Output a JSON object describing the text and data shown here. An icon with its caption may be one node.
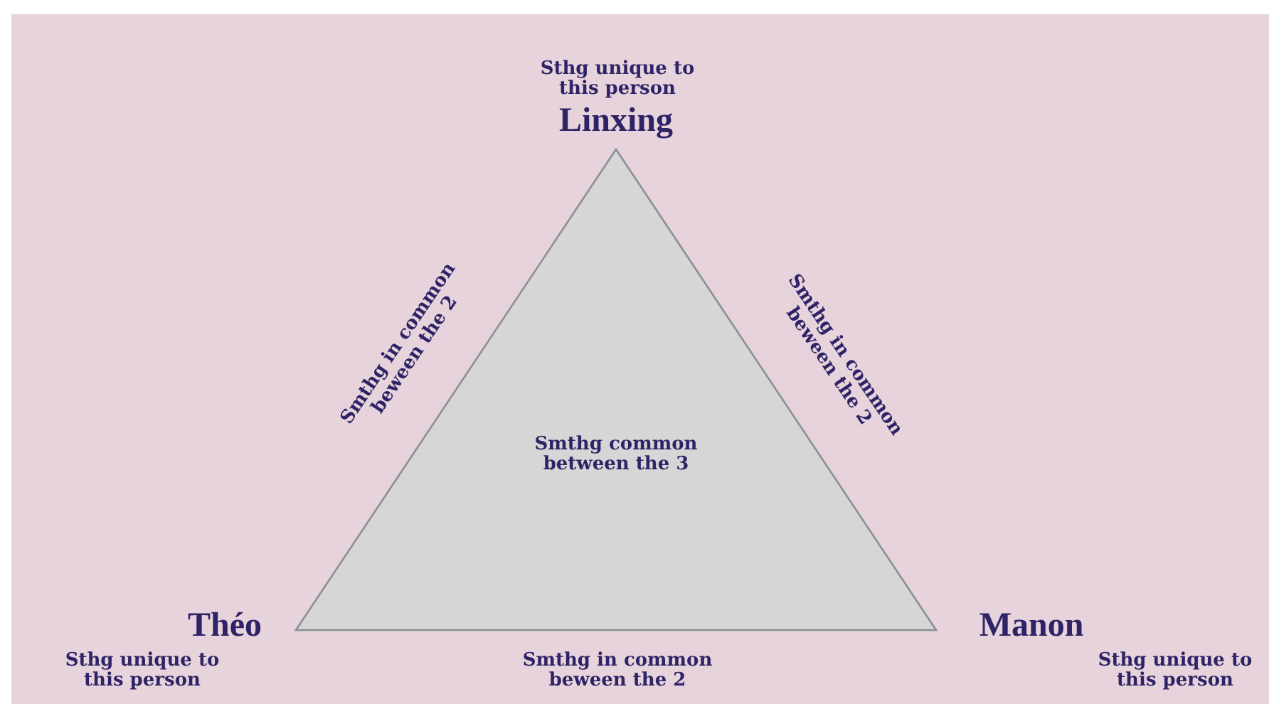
{
  "diagram": {
    "nodes": [
      {
        "text": [
          "Smthg common between the 3"
        ]
      }
    ],
    "labels": [
      "Sthg unique to this person",
      "Linxing",
      "Smthg in common beween the 2",
      "Smthg in common beween the 2",
      "Théo",
      "Manon",
      "Sthg unique to this person",
      "Smthg in common beween the 2",
      "Sthg unique to this person"
    ]
  }
}
